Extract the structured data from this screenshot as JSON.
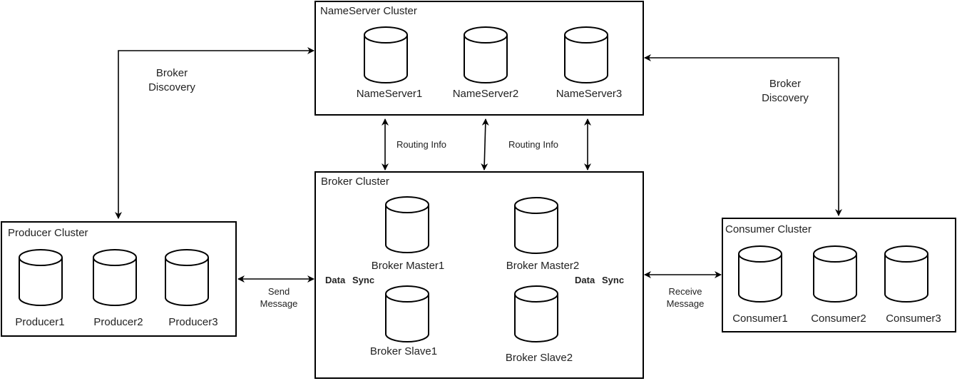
{
  "clusters": {
    "nameserver": {
      "title": "NameServer Cluster",
      "nodes": [
        "NameServer1",
        "NameServer2",
        "NameServer3"
      ]
    },
    "broker": {
      "title": "Broker Cluster",
      "nodes": [
        "Broker Master1",
        "Broker Slave1",
        "Broker Master2",
        "Broker Slave2"
      ]
    },
    "producer": {
      "title": "Producer Cluster",
      "nodes": [
        "Producer1",
        "Producer2",
        "Producer3"
      ]
    },
    "consumer": {
      "title": "Consumer Cluster",
      "nodes": [
        "Consumer1",
        "Consumer2",
        "Consumer3"
      ]
    }
  },
  "edges": {
    "broker_discovery_left": [
      "Broker",
      "Discovery"
    ],
    "broker_discovery_right": [
      "Broker",
      "Discovery"
    ],
    "routing_info_left": "Routing Info",
    "routing_info_right": "Routing Info",
    "send_message": [
      "Send",
      "Message"
    ],
    "receive_message": [
      "Receive",
      "Message"
    ],
    "data_sync_left": [
      "Data",
      "Sync"
    ],
    "data_sync_right": [
      "Data",
      "Sync"
    ]
  },
  "icons": {
    "node": "database-cylinder-icon"
  }
}
